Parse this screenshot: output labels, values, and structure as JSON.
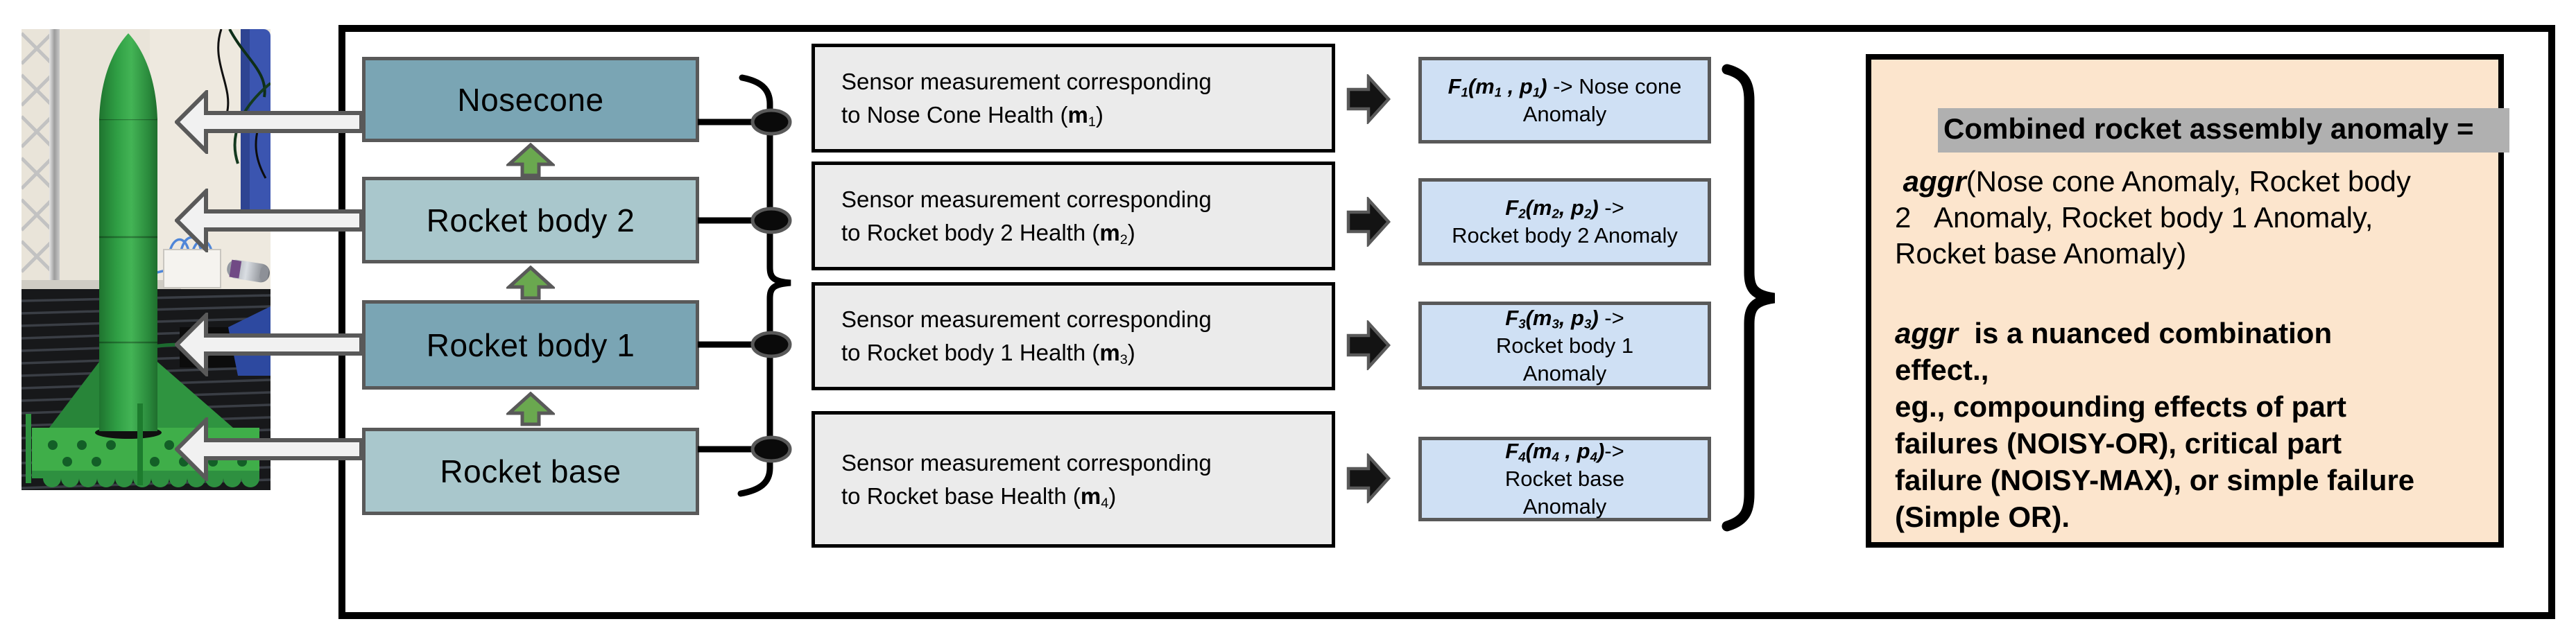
{
  "colors": {
    "part_teal_dark": "#7AA5B4",
    "part_teal_light": "#A9C7CC",
    "sensor_gray": "#EBEBEB",
    "function_blue": "#CFE0F4",
    "summary_tan": "#FCE5CD",
    "title_highlight_gray": "#B0B0B0",
    "arrow_green": "#6AA84F",
    "arrow_white": "#F1F1F1",
    "outline_gray": "#595959"
  },
  "parts": [
    {
      "label": "Nosecone"
    },
    {
      "label": "Rocket body 2"
    },
    {
      "label": "Rocket body 1"
    },
    {
      "label": "Rocket base"
    }
  ],
  "sensors": [
    {
      "line1": "Sensor measurement corresponding",
      "line2": "to Nose Cone Health (**m**_1)"
    },
    {
      "line1": "Sensor measurement corresponding",
      "line2": "to Rocket body 2 Health (**m**_2)"
    },
    {
      "line1": "Sensor measurement corresponding",
      "line2": "to Rocket body 1 Health (**m**_3)"
    },
    {
      "line1": "Sensor measurement corresponding",
      "line2": "to Rocket base Health (**m**_4)"
    }
  ],
  "functions": [
    {
      "lines": [
        "*F_1(m_1 , p_1)* -> Nose cone",
        "Anomaly"
      ]
    },
    {
      "lines": [
        "*F_2(m_2, p_2)* ->",
        "Rocket body 2 Anomaly"
      ]
    },
    {
      "lines": [
        "*F_3(m_3, p_3)* ->",
        "Rocket body 1",
        "Anomaly"
      ]
    },
    {
      "lines": [
        "*F_4(m_4 , p_4)*->",
        "Rocket base",
        "Anomaly"
      ]
    }
  ],
  "summary": {
    "title": "Combined rocket assembly anomaly =",
    "body_lines": [
      " *aggr*(Nose cone Anomaly, Rocket body",
      "2   Anomaly, Rocket body 1 Anomaly,",
      "Rocket base Anomaly)"
    ],
    "note_lines": [
      "*aggr*  is a nuanced combination",
      "effect.,",
      "eg., compounding effects of part",
      "failures (NOISY-OR), critical part",
      "failure (NOISY-MAX), or simple failure",
      "(Simple OR)."
    ]
  }
}
